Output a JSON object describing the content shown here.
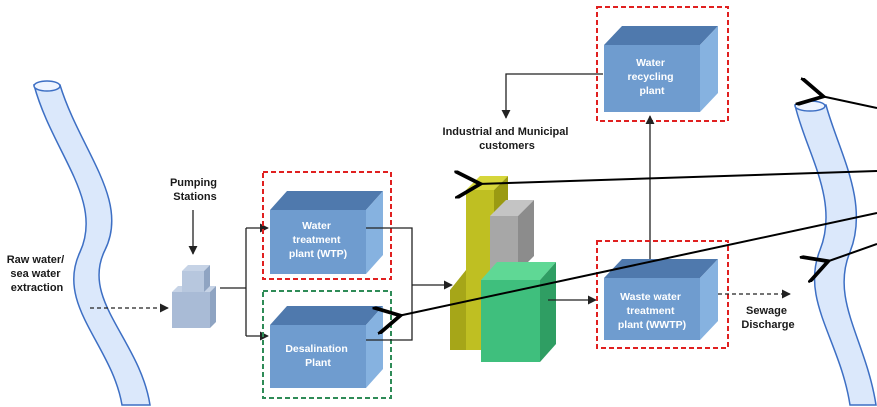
{
  "labels": {
    "raw_water": [
      "Raw water/",
      "sea water",
      "extraction"
    ],
    "pumping_stations": [
      "Pumping",
      "Stations"
    ],
    "industrial_customers": [
      "Industrial and Municipal",
      "customers"
    ],
    "sewage_discharge": [
      "Sewage",
      "Discharge"
    ]
  },
  "boxes": {
    "wtp": [
      "Water",
      "treatment",
      "plant (WTP)"
    ],
    "desalination": [
      "Desalination",
      "Plant"
    ],
    "recycling": [
      "Water",
      "recycling",
      "plant"
    ],
    "wwtp": [
      "Waste water",
      "treatment",
      "plant (WWTP)"
    ]
  },
  "colors": {
    "box_front": "#6f9ccf",
    "box_top": "#4f79ad",
    "box_side": "#86b2e0",
    "river_fill": "#dbe8fb",
    "river_edge": "#3d6fc4",
    "red_dash": "#e02020",
    "green_dash": "#2e8b57",
    "tower_yellow": "#bfbf22",
    "tower_grey": "#a7a7a7",
    "tower_green": "#3fbf7d"
  }
}
